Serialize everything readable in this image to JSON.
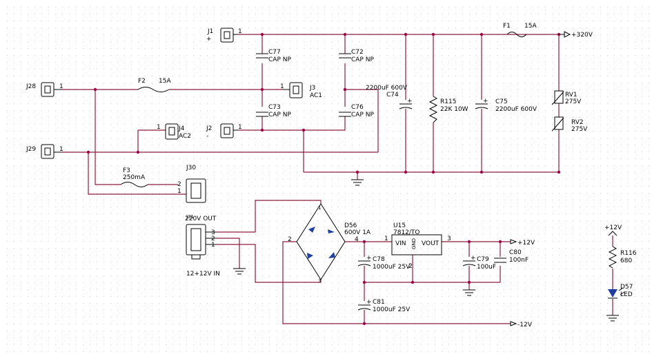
{
  "labels": {
    "J1": "J1",
    "J1_plus": "+",
    "J1_pin": "1",
    "J28": "J28",
    "J28_pin": "1",
    "J29": "J29",
    "J29_pin": "1",
    "J2": "J2",
    "J2_minus": "-",
    "J2_pin": "1",
    "J3": "J3",
    "J3_sub": "AC1",
    "J3_pin": "1",
    "J4": "J4",
    "J4_sub": "AC2",
    "J4_pin": "1",
    "J30": "J30",
    "J30_pin2": "2",
    "J30_pin1": "1",
    "F1": "F1",
    "F1_val": "15A",
    "F2": "F2",
    "F2_val": "15A",
    "F3": "F3",
    "F3_val": "250mA",
    "C77": "C77",
    "C77_val": "CAP NP",
    "C72": "C72",
    "C72_val": "CAP NP",
    "C73": "C73",
    "C73_val": "CAP NP",
    "C76": "C76",
    "C76_val": "CAP NP",
    "C74_val": "2200uF 600V",
    "C74": "C74",
    "R115": "R115",
    "R115_val": "22K 10W",
    "C75": "C75",
    "C75_val": "2200uF 600V",
    "RV1": "RV1",
    "RV1_val": "275V",
    "RV2": "RV2",
    "RV2_val": "275V",
    "net_320": "+320V",
    "J31": "J31",
    "J31_top": "220V OUT",
    "J31_bottom": "12+12V IN",
    "J31_pin3": "3",
    "J31_pin2b": "2",
    "J31_pin1b": "1",
    "D56": "D56",
    "D56_val": "600V 1A",
    "D56_pin1": "1",
    "D56_pin2": "2",
    "D56_pin3": "3",
    "D56_pin4": "4",
    "U15": "U15",
    "U15_val": "7812/TO",
    "U15_vin": "VIN",
    "U15_gnd": "GND",
    "U15_vout": "VOUT",
    "U15_pin1": "1",
    "U15_pin2": "2",
    "U15_pin3": "3",
    "C78": "C78",
    "C78_val": "1000uF 25V",
    "C81": "C81",
    "C81_val": "1000uF 25V",
    "C79": "C79",
    "C79_val": "100uF",
    "C80": "C80",
    "C80_val": "100nF",
    "net_p12": "+12V",
    "net_m12": "-12V",
    "R116": "R116",
    "R116_val": "680",
    "D57": "D57",
    "D57_val": "LED",
    "net_p12_led": "+12V",
    "plus": "+"
  },
  "colors": {
    "wire": "#8e1a3c",
    "junction": "#a0004a",
    "grid": "#c8c8c8",
    "symbol": "#000000"
  }
}
